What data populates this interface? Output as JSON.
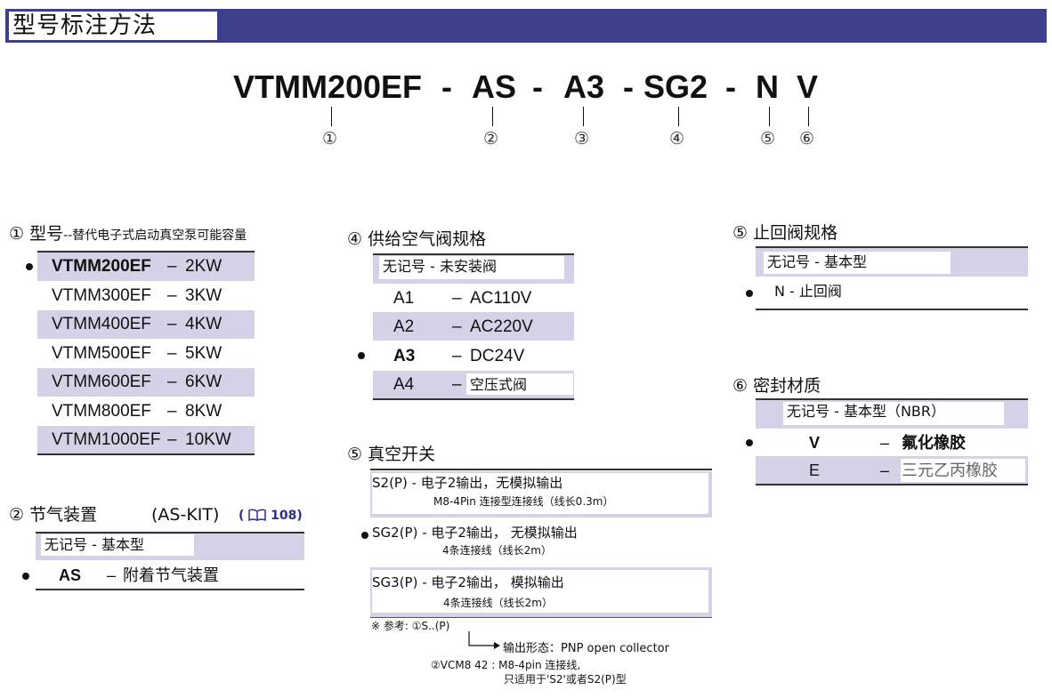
{
  "header": {
    "title": "型号标注方法"
  },
  "model_code": {
    "parts": [
      "VTMM200EF",
      "-",
      "AS",
      "-",
      "A3",
      "-",
      "SG2",
      "-",
      "N",
      "V"
    ],
    "markers": [
      "①",
      "②",
      "③",
      "④",
      "⑤",
      "⑥"
    ]
  },
  "section1": {
    "num": "①",
    "title": "型号",
    "subtitle": "--替代电子式启动真空泵可能容量",
    "rows": [
      {
        "model": "VTMM200EF",
        "dash": "–",
        "power": "2KW"
      },
      {
        "model": "VTMM300EF",
        "dash": "–",
        "power": "3KW"
      },
      {
        "model": "VTMM400EF",
        "dash": "–",
        "power": "4KW"
      },
      {
        "model": "VTMM500EF",
        "dash": "–",
        "power": "5KW"
      },
      {
        "model": "VTMM600EF",
        "dash": "–",
        "power": "6KW"
      },
      {
        "model": "VTMM800EF",
        "dash": "–",
        "power": "8KW"
      },
      {
        "model": "VTMM1000EF",
        "dash": "–",
        "power": "10KW"
      }
    ]
  },
  "section2": {
    "num": "②",
    "title": "节气装置",
    "kit": "(AS-KIT)",
    "ref_open": "(",
    "ref_page": "108",
    "ref_close": ")",
    "row_none": "无记号 - 基本型",
    "row_as_code": "AS",
    "row_as_dash": "–",
    "row_as_desc": "附着节气装置"
  },
  "section4": {
    "num": "④",
    "title": "供给空气阀规格",
    "row_none": "无记号 - 未安装阀",
    "rows": [
      {
        "code": "A1",
        "dash": "–",
        "desc": "AC110V"
      },
      {
        "code": "A2",
        "dash": "–",
        "desc": "AC220V"
      },
      {
        "code": "A3",
        "dash": "–",
        "desc": "DC24V"
      },
      {
        "code": "A4",
        "dash": "–",
        "desc": "空压式阀"
      }
    ]
  },
  "section5_switch": {
    "num": "⑤",
    "title": "真空开关",
    "rows": [
      {
        "line1": "S2(P)  - 电子2输出，无模拟输出",
        "line2": "M8-4Pin 连接型连接线（线长0.3m）"
      },
      {
        "line1": "SG2(P)  - 电子2输出，  无模拟输出",
        "line2": "4条连接线（线长2m）"
      },
      {
        "line1": "SG3(P)  - 电子2输出，  模拟输出",
        "line2": "4条连接线（线长2m）"
      }
    ],
    "note_ref": "※ 参考: ①S..(P)",
    "note_output": "输出形态：PNP open collector",
    "note_vcm": "②VCM8 42 : M8-4pin 连接线,",
    "note_only": "只适用于'S2'或者S2(P)型"
  },
  "section5_valve": {
    "num": "⑤",
    "title": "止回阀规格",
    "row_none": "无记号 - 基本型",
    "row_n": "N - 止回阀"
  },
  "section6": {
    "num": "⑥",
    "title": "密封材质",
    "row_none": "无记号 - 基本型（NBR）",
    "rows": [
      {
        "code": "V",
        "dash": "–",
        "desc": "氟化橡胶"
      },
      {
        "code": "E",
        "dash": "–",
        "desc": "三元乙丙橡胶"
      }
    ]
  },
  "colors": {
    "header_bg": "#3c3f8c",
    "band": "#d4d2e6",
    "ref_text": "#2b2f8a"
  }
}
